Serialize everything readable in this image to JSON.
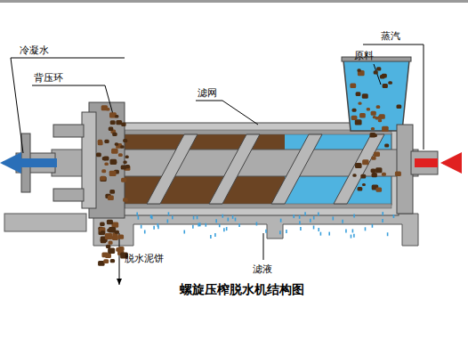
{
  "diagram": {
    "caption": "螺旋压榨脱水机结构图",
    "labels": [
      "冷凝水",
      "背压环",
      "滤网",
      "蒸汽",
      "原料",
      "脱水泥饼",
      "滤液"
    ]
  }
}
